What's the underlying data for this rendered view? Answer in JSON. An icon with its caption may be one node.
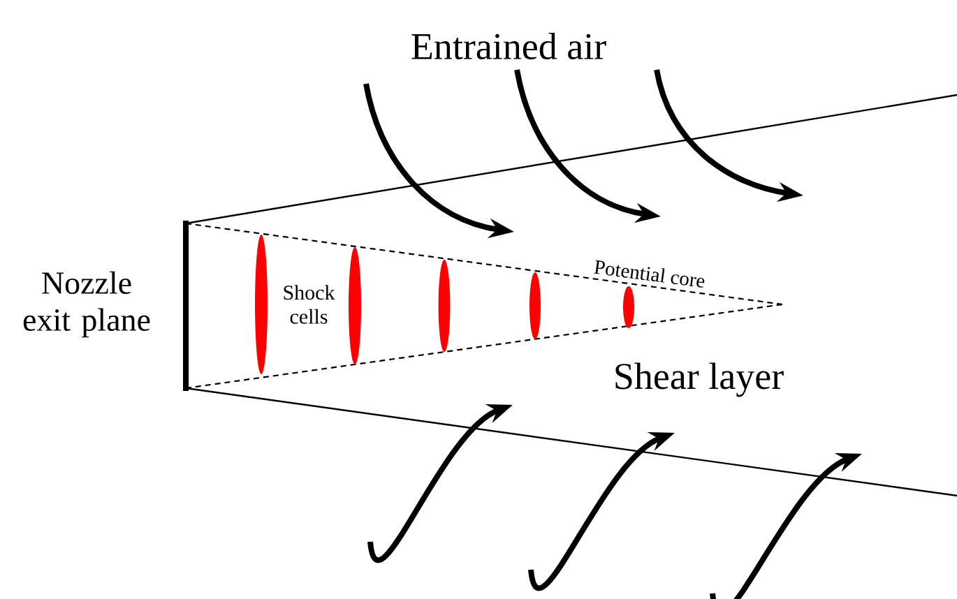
{
  "diagram": {
    "labels": [
      "Entrained air",
      "Nozzle exit plane",
      "Shock cells",
      "Potential core",
      "Shear layer"
    ]
  }
}
